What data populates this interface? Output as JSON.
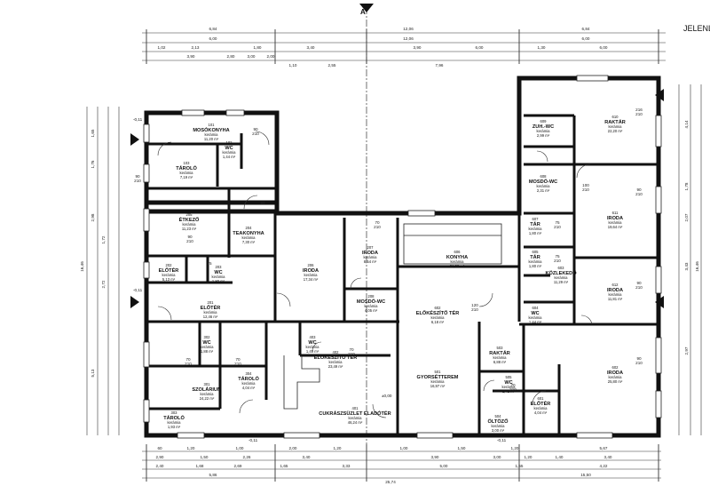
{
  "header": {
    "corner_text": "JELENL",
    "section_mark": "A"
  },
  "dims_top": {
    "row1": [
      "6,84",
      "12,06",
      "6,84"
    ],
    "row2": [
      "6,00",
      "12,06",
      "6,00"
    ],
    "row3": [
      "1,02",
      "2,13",
      "1,80",
      "3,40",
      "3,90",
      "6,00",
      "1,30",
      "6,00"
    ],
    "row4": [
      "3,90",
      "2,80",
      "3,00",
      "2,00",
      "1,10",
      "2,55",
      "7,96"
    ]
  },
  "dims_bottom": {
    "row1": [
      "2,90",
      "1,50",
      "2,26",
      "3,40",
      "3,90",
      "3,00",
      "1,20",
      "1,40",
      "3,40"
    ],
    "row2": [
      "2,40",
      "1,68",
      "2,69",
      "1,65",
      "3,33",
      "5,00",
      "1,55",
      "4,22"
    ],
    "row3": [
      "5,86",
      "25,74",
      "15,50"
    ],
    "row4": [
      "60",
      "1,20",
      "1,00",
      "2,00",
      "1,20",
      "1,00",
      "1,50",
      "1,20",
      "5,67"
    ]
  },
  "dims_left": [
    "1,65",
    "1,76",
    "2,98",
    "1,72",
    "2,72",
    "5,13",
    "16,46"
  ],
  "dims_right": [
    "4,14",
    "1,78",
    "2,07",
    "3,43",
    "2,97",
    "16,46"
  ],
  "rooms": [
    {
      "id": "101",
      "name": "MOSÓKONYHA",
      "area": "11,20 m²"
    },
    {
      "id": "102",
      "name": "WC",
      "area": "1,44 m²"
    },
    {
      "id": "103",
      "name": "TÁROLÓ",
      "area": "7,19 m²"
    },
    {
      "id": "205",
      "name": "ÉTKEZŐ",
      "area": "11,23 m²"
    },
    {
      "id": "204",
      "name": "TEAKONYHA",
      "area": "7,30 m²"
    },
    {
      "id": "202",
      "name": "ELŐTÉR",
      "area": "5,13 m²"
    },
    {
      "id": "203",
      "name": "WC",
      "area": "1,80 m²"
    },
    {
      "id": "201",
      "name": "ELŐTÉR",
      "area": "12,46 m²"
    },
    {
      "id": "206",
      "name": "IRODA",
      "area": "17,34 m²"
    },
    {
      "id": "207",
      "name": "IRODA",
      "area": "8,54 m²"
    },
    {
      "id": "208",
      "name": "MOSDÓ-WC",
      "area": "4,05 m²"
    },
    {
      "id": "606",
      "name": "KONYHA",
      "area": "21,82 m²"
    },
    {
      "id": "609",
      "name": "ZUH.-WC",
      "area": "2,99 m²"
    },
    {
      "id": "608",
      "name": "MOSDÓ-WC",
      "area": "2,31 m²"
    },
    {
      "id": "610",
      "name": "RAKTÁR",
      "area": "22,20 m²"
    },
    {
      "id": "607",
      "name": "TÁR",
      "area": "1,80 m²"
    },
    {
      "id": "611",
      "name": "IRODA",
      "area": "19,64 m²"
    },
    {
      "id": "605",
      "name": "TÁR",
      "area": "1,80 m²"
    },
    {
      "id": "603",
      "name": "KÖZLEKEDŐ",
      "area": "11,29 m²"
    },
    {
      "id": "612",
      "name": "IRODA",
      "area": "11,81 m²"
    },
    {
      "id": "602",
      "name": "ELŐKÉSZÍTŐ TÉR",
      "area": "6,18 m²"
    },
    {
      "id": "604",
      "name": "WC",
      "area": "1,44 m²"
    },
    {
      "id": "302",
      "name": "WC",
      "area": "1,88 m²"
    },
    {
      "id": "304",
      "name": "TÁROLÓ",
      "area": "4,04 m²"
    },
    {
      "id": "301",
      "name": "SZOLÁRIUM",
      "area": "24,22 m²"
    },
    {
      "id": "303",
      "name": "TÁROLÓ",
      "area": "1,93 m²"
    },
    {
      "id": "403",
      "name": "WC",
      "area": "1,49 m²"
    },
    {
      "id": "402",
      "name": "ELŐKÉSZÍTŐ TÉR",
      "area": "23,49 m²"
    },
    {
      "id": "401",
      "name": "CUKRÁSZSÜZLET ELADÓTÉR",
      "area": "46,24 m²"
    },
    {
      "id": "501",
      "name": "GYORSÉTTEREM",
      "area": "16,97 m²"
    },
    {
      "id": "503",
      "name": "RAKTÁR",
      "area": "6,88 m²"
    },
    {
      "id": "505",
      "name": "WC",
      "area": "1,41 m²"
    },
    {
      "id": "504",
      "name": "ÖLTÖZŐ",
      "area": "3,00 m²"
    },
    {
      "id": "601",
      "name": "ELŐTÉR",
      "area": "4,04 m²"
    },
    {
      "id": "602b",
      "name": "IRODA",
      "area": "25,80 m²"
    }
  ],
  "labels": {
    "level_main": "±0,00",
    "level_a": "-0,11",
    "kerámia": "kerámia",
    "door_sizes": [
      "90",
      "210",
      "75",
      "70",
      "100",
      "120",
      "80",
      "216"
    ]
  }
}
